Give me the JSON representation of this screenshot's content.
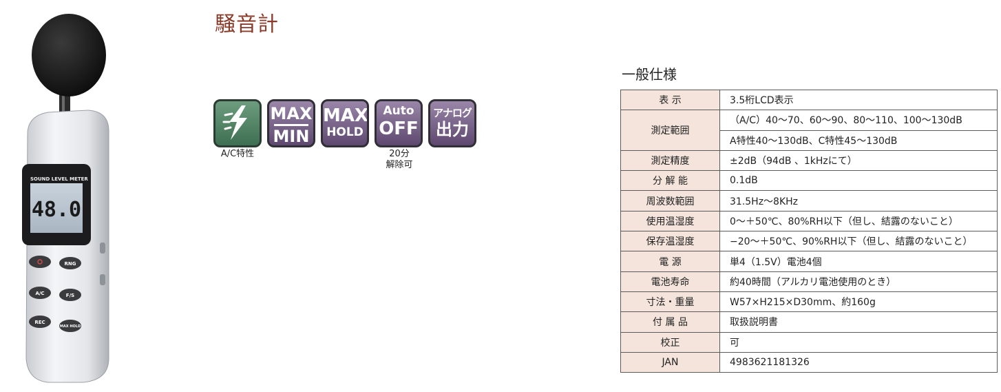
{
  "title": "騒音計",
  "device": {
    "lcd_header": "SOUND LEVEL METER",
    "lcd_reading": "48.0",
    "buttons": [
      "RNG",
      "A/C",
      "F/S",
      "REC",
      "MAX HOLD"
    ]
  },
  "badges": [
    {
      "id": "ac",
      "line1": "",
      "line2": "",
      "caption": "A/C特性",
      "icon": "lightning-icon"
    },
    {
      "id": "maxmin",
      "line1": "MAX",
      "line2": "MIN",
      "caption": ""
    },
    {
      "id": "maxhold",
      "line1": "MAX",
      "line2": "HOLD",
      "caption": ""
    },
    {
      "id": "autooff",
      "line1": "Auto",
      "line2": "OFF",
      "caption_lines": [
        "20分",
        "解除可"
      ]
    },
    {
      "id": "analog",
      "line1": "アナログ",
      "line2": "出力",
      "caption": ""
    }
  ],
  "spec": {
    "heading": "一般仕様",
    "rows": [
      {
        "label": "表 示",
        "values": [
          "3.5桁LCD表示"
        ]
      },
      {
        "label": "測定範囲",
        "values": [
          "（A/C）40〜70、60〜90、80〜110、100〜130dB",
          "A特性40〜130dB、C特性45〜130dB"
        ]
      },
      {
        "label": "測定精度",
        "values": [
          "±2dB（94dB 、1kHzにて）"
        ]
      },
      {
        "label": "分 解 能",
        "values": [
          "0.1dB"
        ]
      },
      {
        "label": "周波数範囲",
        "values": [
          "31.5Hz〜8KHz"
        ]
      },
      {
        "label": "使用温湿度",
        "values": [
          "0〜＋50℃、80%RH以下（但し、結露のないこと）"
        ]
      },
      {
        "label": "保存温湿度",
        "values": [
          "−20〜＋50℃、90%RH以下（但し、結露のないこと）"
        ]
      },
      {
        "label": "電 源",
        "values": [
          "単4（1.5V）電池4個"
        ]
      },
      {
        "label": "電池寿命",
        "values": [
          "約40時間（アルカリ電池使用のとき）"
        ]
      },
      {
        "label": "寸法・重量",
        "values": [
          "W57×H215×D30mm、約160g"
        ]
      },
      {
        "label": "付 属 品",
        "values": [
          "取扱説明書"
        ]
      },
      {
        "label": "校正",
        "values": [
          "可"
        ]
      },
      {
        "label": "JAN",
        "values": [
          "4983621181326"
        ]
      }
    ]
  },
  "colors": {
    "title": "#8a3a28",
    "label_bg": "#f4e4dc",
    "badge_purple": "#7a6490",
    "badge_green": "#4f8262"
  }
}
